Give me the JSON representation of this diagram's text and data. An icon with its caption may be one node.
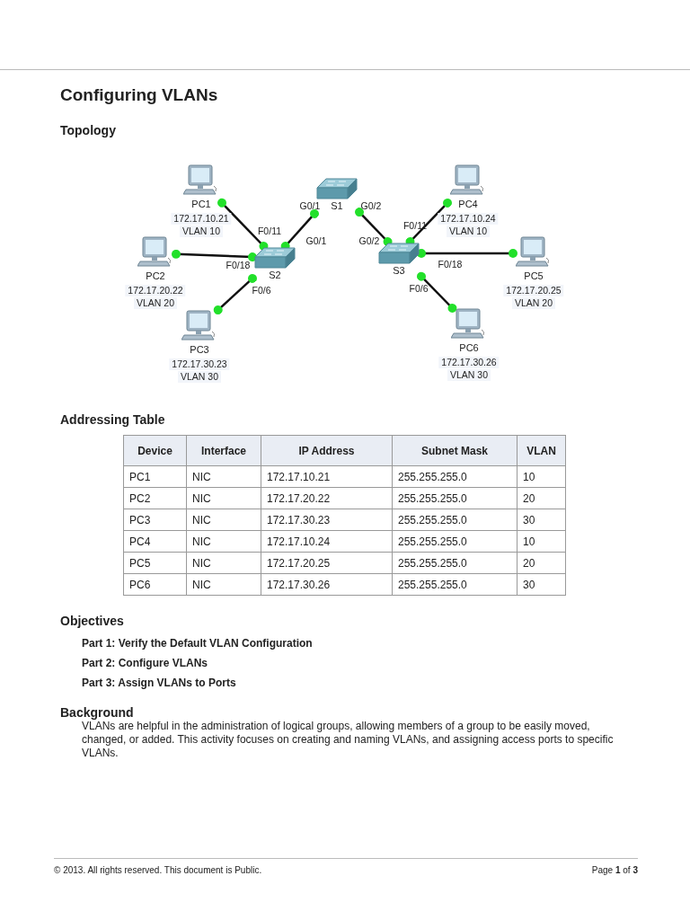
{
  "diagram": {
    "title": "Configuring VLANs",
    "nodes": [
      {
        "text": [
          "PC1"
        ],
        "beside": [
          "172.17.10.21",
          "VLAN 10"
        ]
      },
      {
        "text": [
          "S1"
        ]
      },
      {
        "text": [
          "PC4"
        ],
        "beside": [
          "172.17.10.24",
          "VLAN 10"
        ]
      },
      {
        "text": [
          "PC2"
        ],
        "beside": [
          "172.17.20.22",
          "VLAN 20"
        ]
      },
      {
        "text": [
          "S2"
        ]
      },
      {
        "text": [
          "S3"
        ]
      },
      {
        "text": [
          "PC5"
        ],
        "beside": [
          "172.17.20.25",
          "VLAN 20"
        ]
      },
      {
        "text": [
          "PC3"
        ],
        "beside": [
          "172.17.30.23",
          "VLAN 30"
        ]
      },
      {
        "text": [
          "PC6"
        ],
        "beside": [
          "172.17.30.26",
          "VLAN 30"
        ]
      }
    ],
    "edges": [
      {
        "from": 4,
        "to": 1,
        "arrow": "other"
      },
      {
        "from": 1,
        "to": 5,
        "arrow": "other"
      },
      {
        "from": 0,
        "to": 4,
        "arrow": "other"
      },
      {
        "from": 3,
        "to": 4,
        "arrow": "other"
      },
      {
        "from": 7,
        "to": 4,
        "arrow": "other"
      },
      {
        "from": 2,
        "to": 5,
        "arrow": "other"
      },
      {
        "from": 6,
        "to": 5,
        "arrow": "other"
      },
      {
        "from": 8,
        "to": 5,
        "arrow": "other"
      }
    ],
    "labels": [
      "Topology",
      "G0/1",
      "G0/2",
      "F0/11",
      "G0/1",
      "F0/11",
      "G0/2",
      "F0/18",
      "F0/18",
      "F0/6",
      "F0/6",
      "Addressing Table",
      "Device",
      "Interface",
      "IP Address",
      "Subnet Mask",
      "VLAN",
      "PC1",
      "NIC",
      "172.17.10.21",
      "255.255.255.0",
      "10",
      "PC2",
      "NIC",
      "172.17.20.22",
      "255.255.255.0",
      "20",
      "PC3",
      "NIC",
      "172.17.30.23",
      "255.255.255.0",
      "30",
      "PC4",
      "NIC",
      "172.17.10.24",
      "255.255.255.0",
      "10",
      "PC5",
      "NIC",
      "172.17.20.25",
      "255.255.255.0",
      "20",
      "PC6",
      "NIC",
      "172.17.30.26",
      "255.255.255.0",
      "30",
      "Objectives",
      "Part 1: Verify the Default VLAN Configuration",
      "Part 2: Configure VLANs",
      "Part 3: Assign VLANs to Ports",
      "Background",
      "VLANs are helpful in the administration of logical groups, allowing members of a group to be easily moved, changed, or added. This activity focuses on creating and naming VLANs, and assigning access ports to specific VLANs.",
      "© 2013. All rights reserved. This document is Public.",
      "Page **1** of **3**"
    ]
  }
}
